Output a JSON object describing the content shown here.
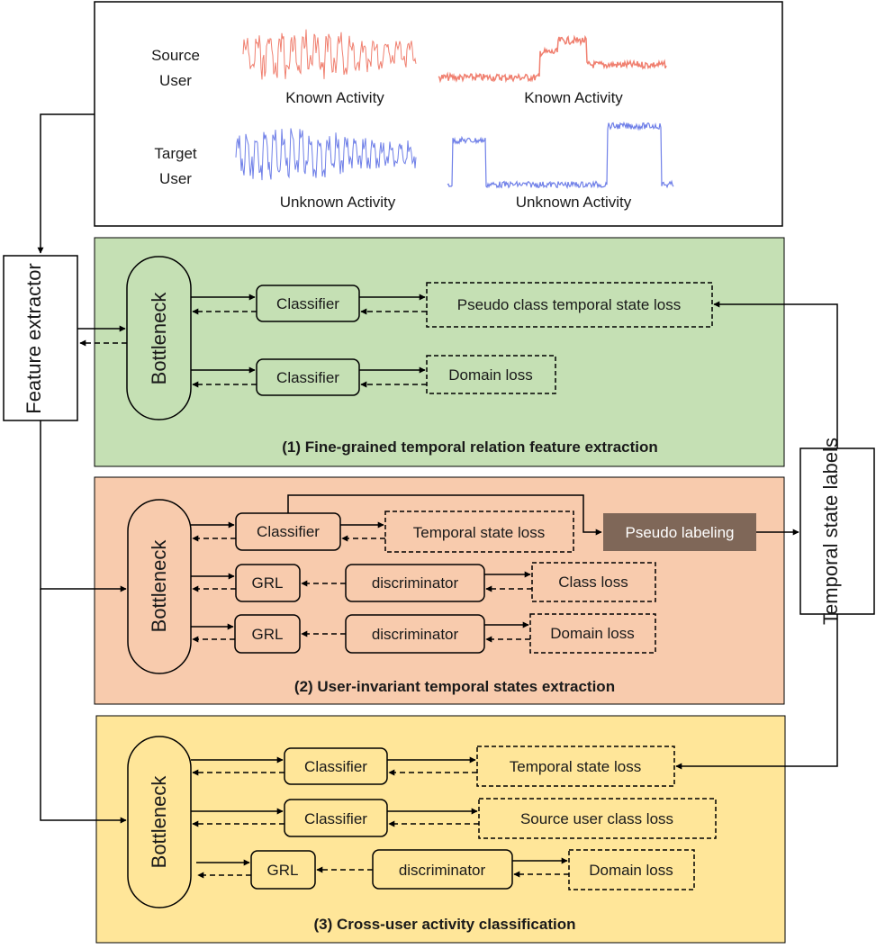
{
  "colors": {
    "stage1_bg": "#c5e0b4",
    "stage2_bg": "#f8cbad",
    "stage3_bg": "#ffe699",
    "pseudo_labeling_bg": "#7f6758",
    "source_signal": "#f08070",
    "target_signal": "#7080e8"
  },
  "signals": {
    "source_user": "Source\nUser",
    "target_user": "Target\nUser",
    "known_activity": "Known Activity",
    "unknown_activity": "Unknown Activity"
  },
  "feature_extractor": "Feature extractor",
  "temporal_state_labels": "Temporal state labels",
  "stage1": {
    "caption": "(1) Fine-grained temporal relation feature extraction",
    "bottleneck": "Bottleneck",
    "classifier_a": "Classifier",
    "classifier_b": "Classifier",
    "pseudo_class_loss": "Pseudo class temporal state loss",
    "domain_loss": "Domain loss"
  },
  "stage2": {
    "caption": "(2) User-invariant temporal states extraction",
    "bottleneck": "Bottleneck",
    "classifier": "Classifier",
    "temporal_state_loss": "Temporal state loss",
    "pseudo_labeling": "Pseudo labeling",
    "grl_a": "GRL",
    "grl_b": "GRL",
    "discriminator_a": "discriminator",
    "discriminator_b": "discriminator",
    "class_loss": "Class loss",
    "domain_loss": "Domain loss"
  },
  "stage3": {
    "caption": "(3) Cross-user activity classification",
    "bottleneck": "Bottleneck",
    "classifier_a": "Classifier",
    "classifier_b": "Classifier",
    "temporal_state_loss": "Temporal state loss",
    "source_class_loss": "Source user class loss",
    "grl": "GRL",
    "discriminator": "discriminator",
    "domain_loss": "Domain loss"
  }
}
